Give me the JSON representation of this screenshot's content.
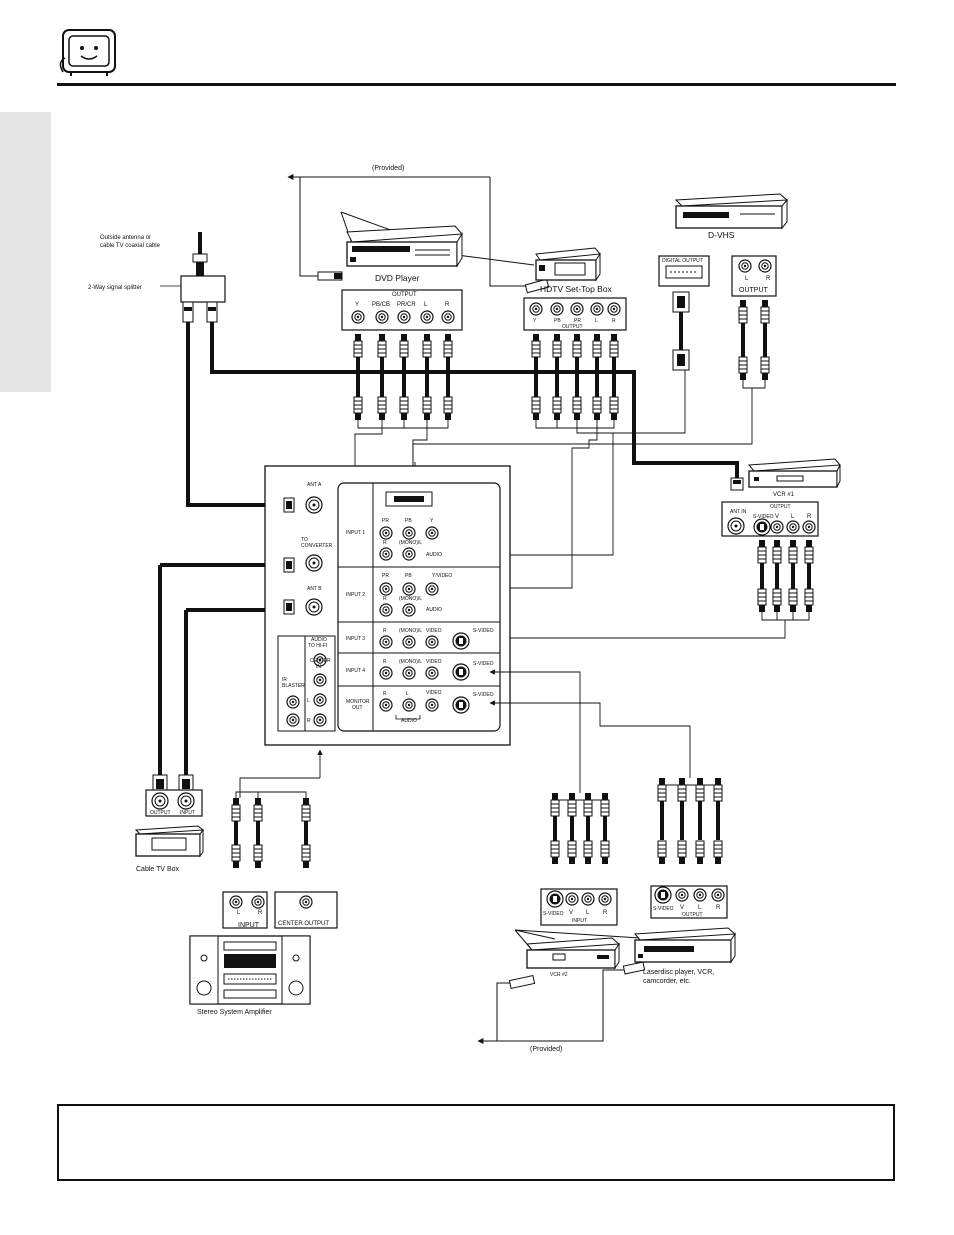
{
  "labels": {
    "provided_top": "(Provided)",
    "provided_bottom": "(Provided)",
    "outside_antenna": [
      "Outside antenna or",
      "cable TV coaxial cable"
    ],
    "splitter": "2-Way signal splitter",
    "dvd_player": "DVD Player",
    "dvd_output": "OUTPUT",
    "dvd_jacks": [
      "Y",
      "PB/CB",
      "PR/CR",
      "L",
      "R"
    ],
    "hdtv_box": "HDTV Set-Top Box",
    "hdtv_output": "OUTPUT",
    "hdtv_jacks": [
      "Y",
      "PB",
      "PR",
      "L",
      "R"
    ],
    "dvhs": "D-VHS",
    "digital_output": "DIGITAL OUTPUT",
    "dvhs_output": "OUTPUT",
    "lr": [
      "L",
      "R"
    ],
    "vcr1": "VCR #1",
    "vcr1_output": "OUTPUT",
    "vcr1_jacks": [
      "ANT IN",
      "S-VIDEO",
      "V",
      "L",
      "R"
    ],
    "tv_ant_a": "ANT A",
    "tv_to_converter": [
      "TO",
      "CONVERTER"
    ],
    "tv_ant_b": "ANT B",
    "input1": "INPUT 1",
    "input2": "INPUT 2",
    "input3": "INPUT 3",
    "input4": "INPUT 4",
    "monitor_out": [
      "MONITOR",
      "OUT"
    ],
    "audio": "AUDIO",
    "audio_dash": "AUDIO",
    "yvideo": "Y/VIDEO",
    "y": "Y",
    "pr": "PR",
    "pb": "PB",
    "r": "R",
    "l": "L",
    "mono_l": "(MONO)/L",
    "video": "VIDEO",
    "svideo": "S-VIDEO",
    "audio_to_hifi": [
      "AUDIO",
      "TO HI-FI"
    ],
    "center_in": [
      "CENTER",
      "IN"
    ],
    "ir_blaster": [
      "IR",
      "BLASTER"
    ],
    "cable_box": "Cable TV Box",
    "cable_output": "OUTPUT",
    "cable_input": "INPUT",
    "amp_input": "INPUT",
    "center_output": "CENTER OUTPUT",
    "stereo_amp": "Stereo System Amplifier",
    "vcr2": "VCR #2",
    "vcr2_input": "INPUT",
    "vcr2_jacks": [
      "S-VIDEO",
      "V",
      "L",
      "R"
    ],
    "laser_output": "OUTPUT",
    "laser_jacks": [
      "S-VIDEO",
      "V",
      "L",
      "R"
    ],
    "laserdisc": [
      "Laserdisc player, VCR,",
      "camcorder, etc."
    ]
  }
}
